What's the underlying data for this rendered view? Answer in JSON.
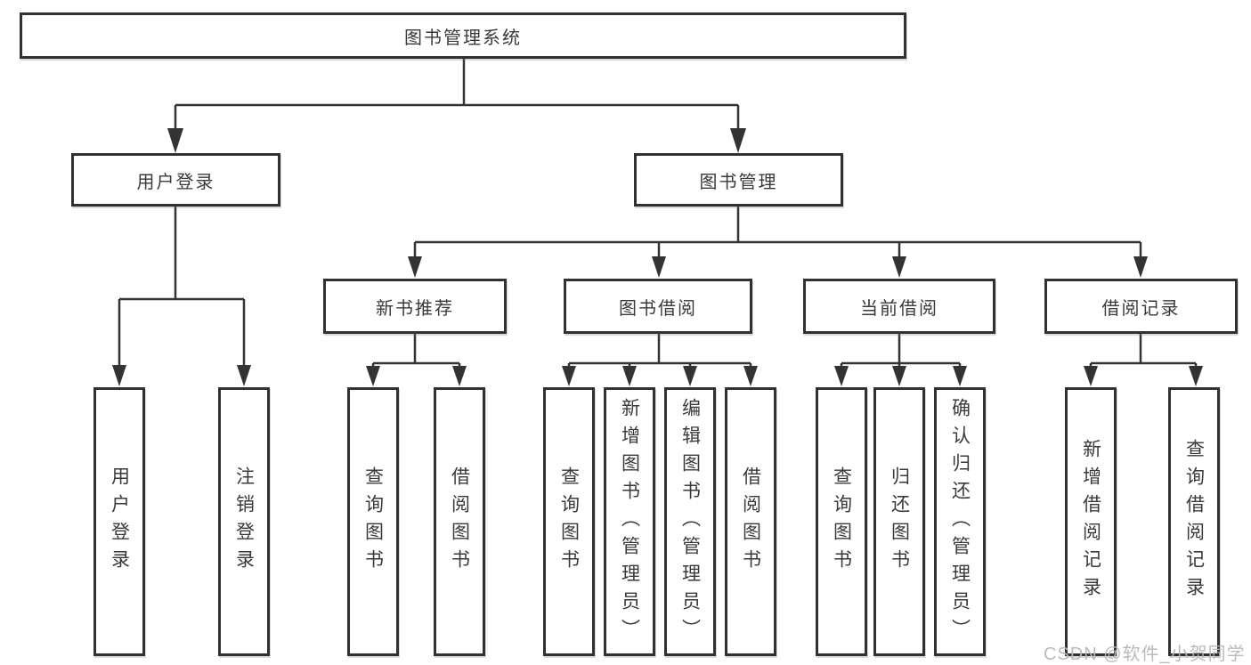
{
  "tree": {
    "root": "图书管理系统",
    "children": [
      {
        "label": "用户登录",
        "children": [
          {
            "label": "用户登录"
          },
          {
            "label": "注销登录"
          }
        ]
      },
      {
        "label": "图书管理",
        "children": [
          {
            "label": "新书推荐",
            "children": [
              {
                "label": "查询图书"
              },
              {
                "label": "借阅图书"
              }
            ]
          },
          {
            "label": "图书借阅",
            "children": [
              {
                "label": "查询图书"
              },
              {
                "label": "新增图书（管理员）"
              },
              {
                "label": "编辑图书（管理员）"
              },
              {
                "label": "借阅图书"
              }
            ]
          },
          {
            "label": "当前借阅",
            "children": [
              {
                "label": "查询图书"
              },
              {
                "label": "归还图书"
              },
              {
                "label": "确认归还（管理员）"
              }
            ]
          },
          {
            "label": "借阅记录",
            "children": [
              {
                "label": "新增借阅记录"
              },
              {
                "label": "查询借阅记录"
              }
            ]
          }
        ]
      }
    ]
  },
  "watermark": "CSDN @软件_小贺同学",
  "colors": {
    "line": "#333333",
    "box_border": "#313131",
    "text": "#3a3a3a",
    "watermark": "#b2b8bd",
    "background": "#ffffff"
  }
}
